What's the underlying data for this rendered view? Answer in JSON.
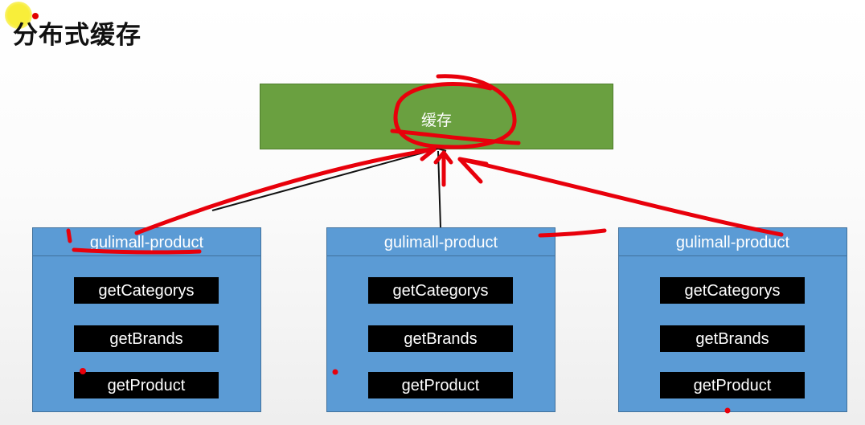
{
  "slide": {
    "title": "分布式缓存"
  },
  "cache": {
    "label": "缓存"
  },
  "services": [
    {
      "name": "gulimall-product",
      "methods": [
        "getCategorys",
        "getBrands",
        "getProduct"
      ]
    },
    {
      "name": "gulimall-product",
      "methods": [
        "getCategorys",
        "getBrands",
        "getProduct"
      ]
    },
    {
      "name": "gulimall-product",
      "methods": [
        "getCategorys",
        "getBrands",
        "getProduct"
      ]
    }
  ],
  "colors": {
    "cache_fill": "#6aa040",
    "service_fill": "#5b9bd5",
    "method_fill": "#000000",
    "annotation_ink": "#e8000b"
  }
}
